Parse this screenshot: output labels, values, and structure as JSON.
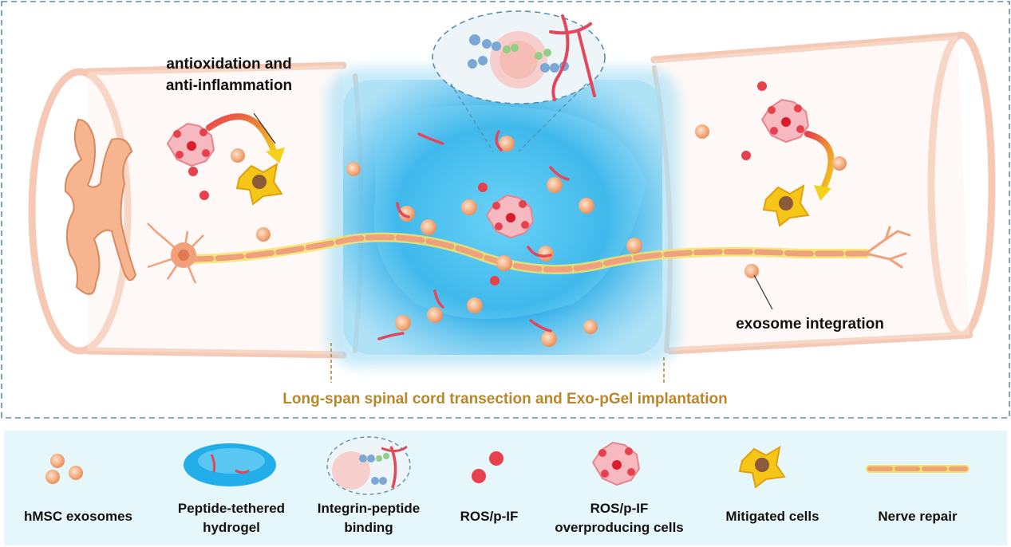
{
  "main": {
    "annotation_antiox_line1": "antioxidation and",
    "annotation_antiox_line2": "anti-inflammation",
    "annotation_exosome": "exosome integration",
    "caption": "Long-span spinal cord transection and Exo-pGel implantation"
  },
  "legend": {
    "items": [
      {
        "lines": [
          "hMSC exosomes"
        ]
      },
      {
        "lines": [
          "Peptide-tethered",
          "hydrogel"
        ]
      },
      {
        "lines": [
          "Integrin-peptide",
          "binding"
        ]
      },
      {
        "lines": [
          "ROS/p-IF"
        ]
      },
      {
        "lines": [
          "ROS/p-IF",
          "overproducing cells"
        ]
      },
      {
        "lines": [
          "Mitigated cells"
        ]
      },
      {
        "lines": [
          "Nerve repair"
        ]
      }
    ]
  },
  "colors": {
    "frame": "#5b8db0",
    "caption": "#b8862b",
    "cord": "#f6c9b6",
    "gel": "#22aee8",
    "exosome": "#f0a878",
    "ros": "#e8414e",
    "mitigated": "#f5c518",
    "legend_bg": "#e6f7fb"
  }
}
